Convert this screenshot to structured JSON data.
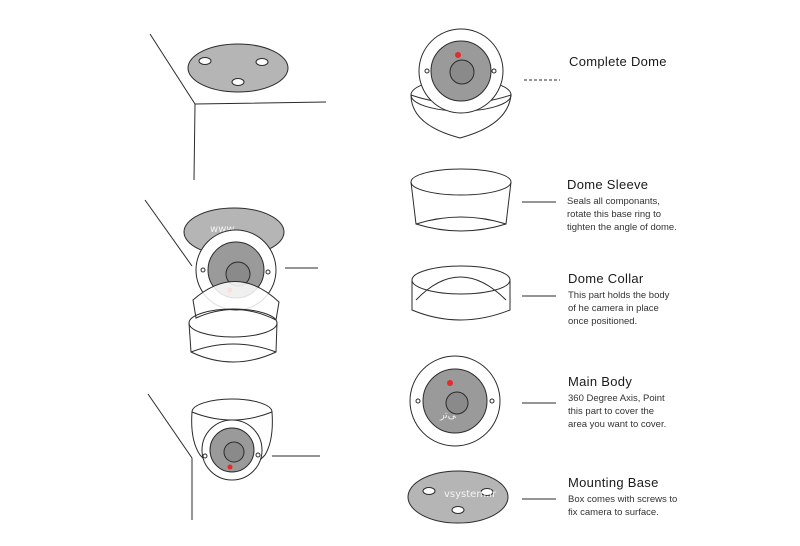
{
  "components": [
    {
      "title": "Complete Dome",
      "desc": []
    },
    {
      "title": "Dome Sleeve",
      "desc": [
        "Seals all componants,",
        "rotate this base ring to",
        "tighten the angle of dome."
      ]
    },
    {
      "title": "Dome Collar",
      "desc": [
        "This part holds the body",
        "of he camera in place",
        "once positioned."
      ]
    },
    {
      "title": "Main Body",
      "desc": [
        "360 Degree Axis, Point",
        "this part to cover the",
        "area you want to cover."
      ]
    },
    {
      "title": "Mounting Base",
      "desc": [
        "Box comes with screws to",
        "fix camera to surface."
      ]
    }
  ],
  "watermark": "vsystem.ir",
  "colors": {
    "line": "#2b2b2b",
    "base_grey": "#b5b5b5",
    "lens_grey": "#9a9a9a",
    "led_red": "#e32b2b"
  }
}
